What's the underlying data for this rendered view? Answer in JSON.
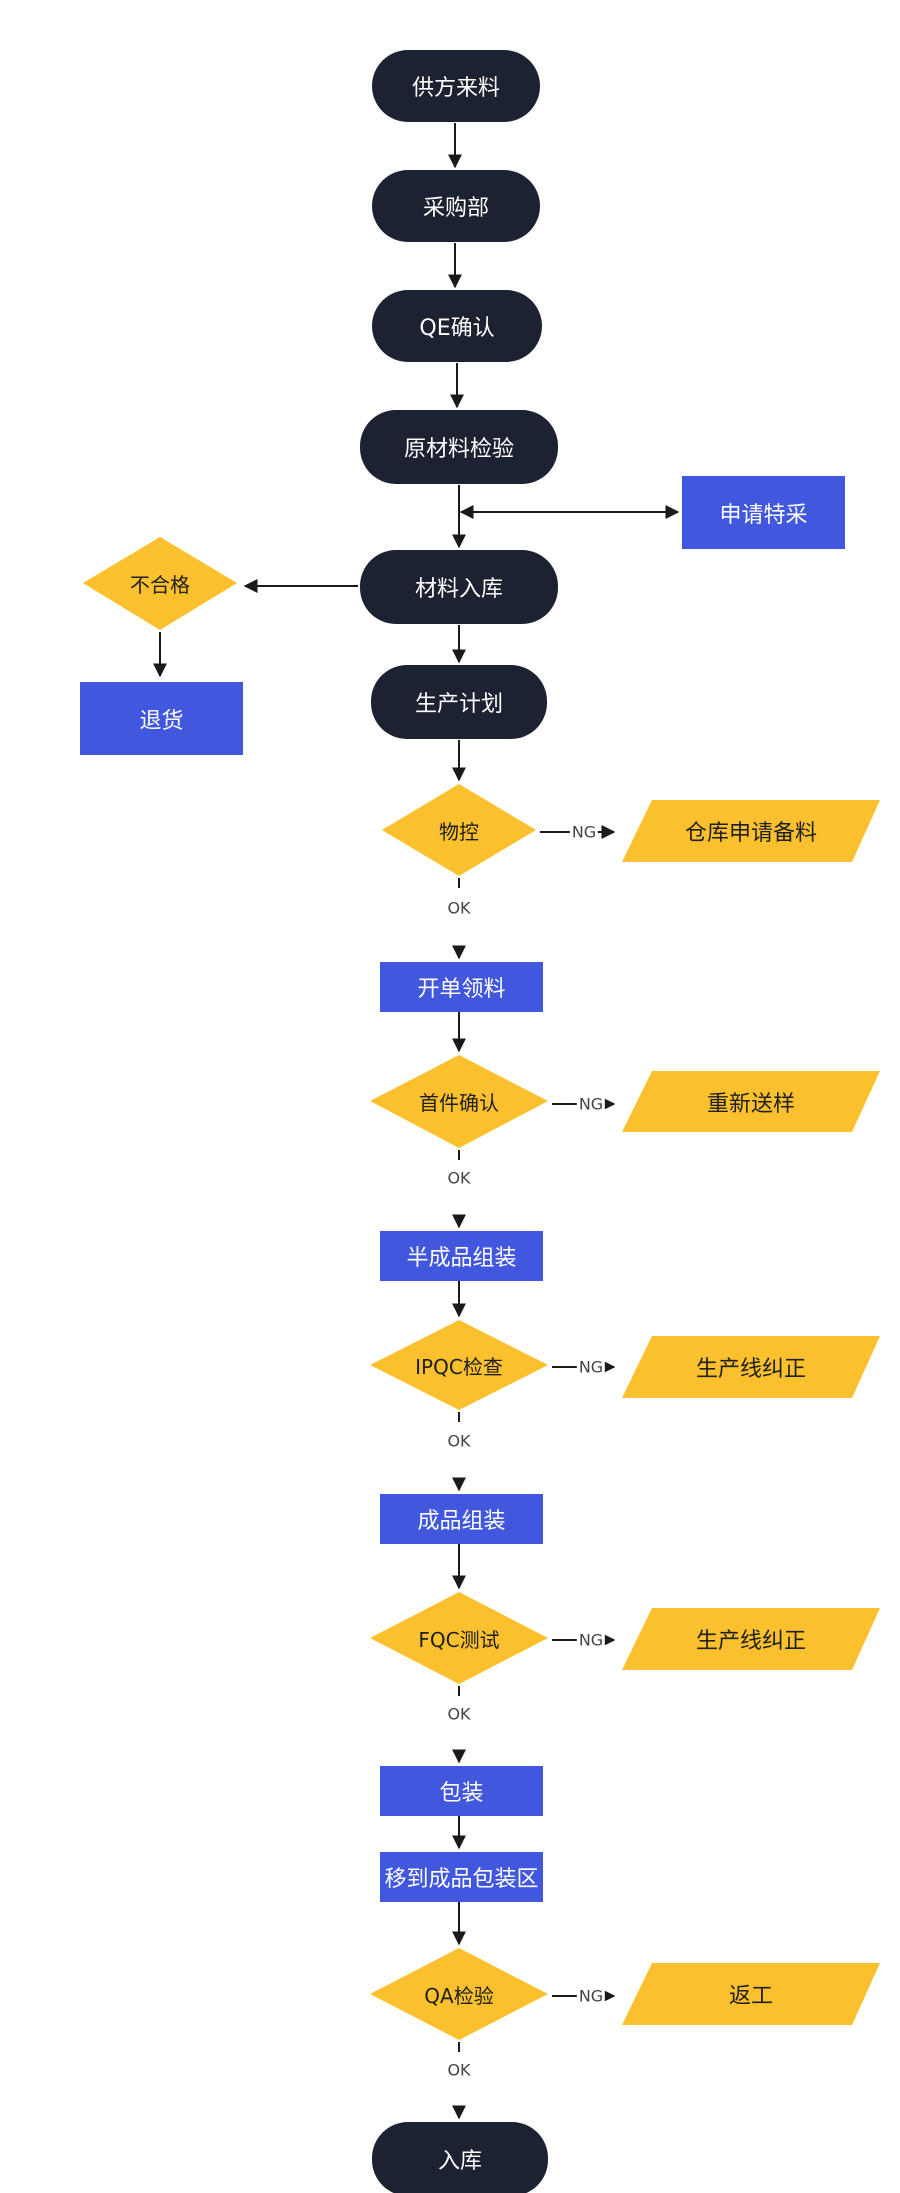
{
  "colors": {
    "terminal": "#1c2231",
    "process": "#4158de",
    "decision": "#fbc02d",
    "connector": "#1a1a1a"
  },
  "nodes": {
    "supplier": "供方来料",
    "purchasing": "采购部",
    "qe_confirm": "QE确认",
    "raw_inspection": "原材料检验",
    "special_purchase": "申请特采",
    "unqualified": "不合格",
    "return_goods": "退货",
    "material_storage": "材料入库",
    "production_plan": "生产计划",
    "material_control": "物控",
    "warehouse_stock_request": "仓库申请备料",
    "issue_materials": "开单领料",
    "first_article_confirm": "首件确认",
    "resample": "重新送样",
    "semi_assembly": "半成品组装",
    "ipqc_check": "IPQC检查",
    "line_correction_1": "生产线纠正",
    "final_assembly": "成品组装",
    "fqc_test": "FQC测试",
    "line_correction_2": "生产线纠正",
    "packaging": "包装",
    "move_to_pack_area": "移到成品包装区",
    "qa_inspection": "QA检验",
    "rework": "返工",
    "warehousing": "入库"
  },
  "edge_labels": {
    "ok": "OK",
    "ng": "NG"
  }
}
